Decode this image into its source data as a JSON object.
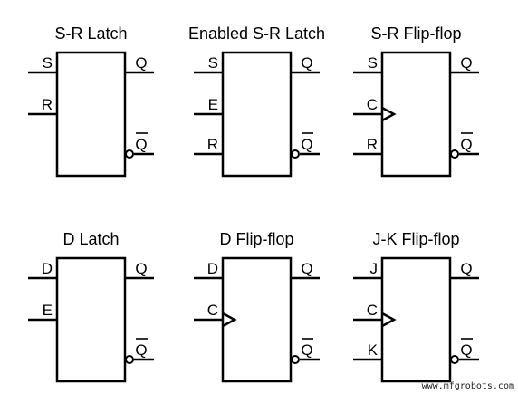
{
  "diagrams": [
    {
      "title": "S-R Latch",
      "inputs": [
        {
          "label": "S",
          "clock": false
        },
        {
          "label": "R",
          "clock": false
        }
      ],
      "outputs": [
        {
          "label": "Q",
          "inverted": false
        },
        {
          "label": "Q",
          "inverted": true
        }
      ]
    },
    {
      "title": "Enabled S-R Latch",
      "inputs": [
        {
          "label": "S",
          "clock": false
        },
        {
          "label": "E",
          "clock": false
        },
        {
          "label": "R",
          "clock": false
        }
      ],
      "outputs": [
        {
          "label": "Q",
          "inverted": false
        },
        {
          "label": "Q",
          "inverted": true
        }
      ]
    },
    {
      "title": "S-R Flip-flop",
      "inputs": [
        {
          "label": "S",
          "clock": false
        },
        {
          "label": "C",
          "clock": true
        },
        {
          "label": "R",
          "clock": false
        }
      ],
      "outputs": [
        {
          "label": "Q",
          "inverted": false
        },
        {
          "label": "Q",
          "inverted": true
        }
      ]
    },
    {
      "title": "D Latch",
      "inputs": [
        {
          "label": "D",
          "clock": false
        },
        {
          "label": "E",
          "clock": false
        }
      ],
      "outputs": [
        {
          "label": "Q",
          "inverted": false
        },
        {
          "label": "Q",
          "inverted": true
        }
      ]
    },
    {
      "title": "D Flip-flop",
      "inputs": [
        {
          "label": "D",
          "clock": false
        },
        {
          "label": "C",
          "clock": true
        }
      ],
      "outputs": [
        {
          "label": "Q",
          "inverted": false
        },
        {
          "label": "Q",
          "inverted": true
        }
      ]
    },
    {
      "title": "J-K Flip-flop",
      "inputs": [
        {
          "label": "J",
          "clock": false
        },
        {
          "label": "C",
          "clock": true
        },
        {
          "label": "K",
          "clock": false
        }
      ],
      "outputs": [
        {
          "label": "Q",
          "inverted": false
        },
        {
          "label": "Q",
          "inverted": true
        }
      ]
    }
  ],
  "watermark": "www.mfgrobots.com"
}
